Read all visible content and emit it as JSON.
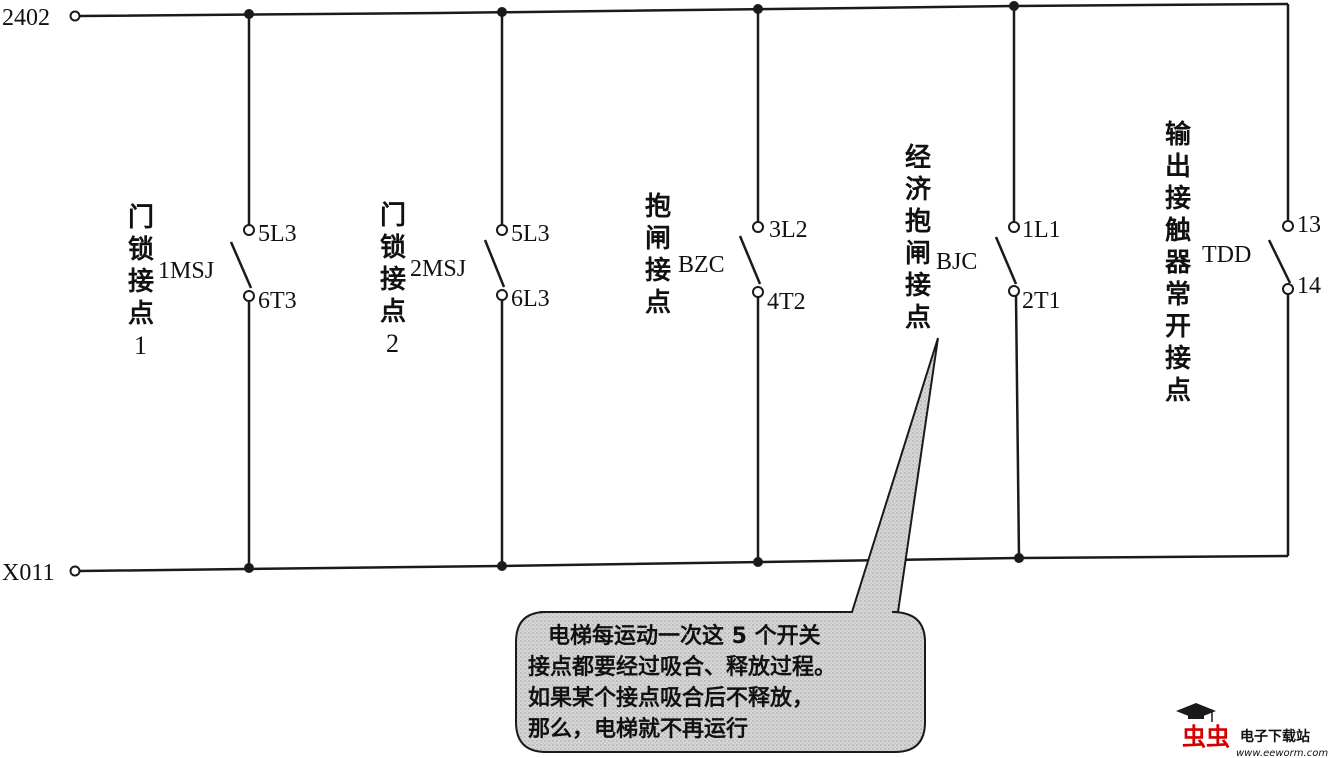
{
  "terminals": {
    "top": "2402",
    "bottom": "X011"
  },
  "contacts": [
    {
      "name": "1MSJ",
      "upper_label": "5L3",
      "lower_label": "6T3",
      "description": [
        "门",
        "锁",
        "接",
        "点",
        "1"
      ]
    },
    {
      "name": "2MSJ",
      "upper_label": "5L3",
      "lower_label": "6L3",
      "description": [
        "门",
        "锁",
        "接",
        "点",
        "2"
      ]
    },
    {
      "name": "BZC",
      "upper_label": "3L2",
      "lower_label": "4T2",
      "description": [
        "抱",
        "闸",
        "接",
        "点"
      ]
    },
    {
      "name": "BJC",
      "upper_label": "1L1",
      "lower_label": "2T1",
      "description": [
        "经",
        "济",
        "抱",
        "闸",
        "接",
        "点"
      ]
    },
    {
      "name": "TDD",
      "upper_label": "13",
      "lower_label": "14",
      "description": [
        "输",
        "出",
        "接",
        "触",
        "器",
        "常",
        "开",
        "接",
        "点"
      ]
    }
  ],
  "callout": {
    "lines": [
      "电梯每运动一次这 5 个开关",
      "接点都要经过吸合、释放过程。",
      "如果某个接点吸合后不释放，",
      "那么，电梯就不再运行"
    ]
  },
  "watermark": {
    "brand": "虫虫",
    "text": "电子下载站",
    "url": "www.eeworm.com"
  },
  "colors": {
    "line": "#1a1a1a",
    "callout_fill": "#d2d2d2",
    "watermark_brand": "#d40000"
  }
}
